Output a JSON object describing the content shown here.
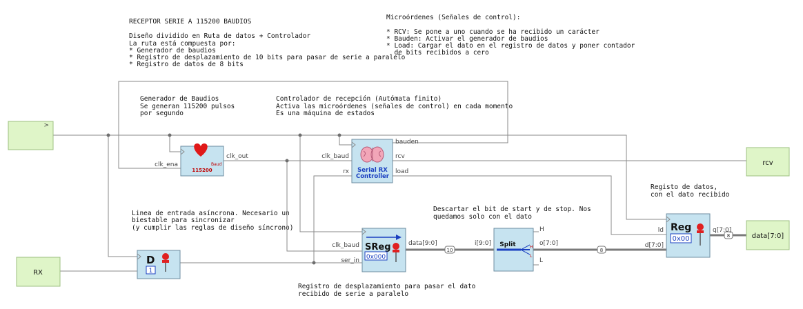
{
  "notes": {
    "header": [
      "RECEPTOR SERIE A 115200 BAUDIOS",
      "",
      "Diseño dividido en Ruta de datos + Controlador",
      "La ruta está compuesta por:",
      "* Generador de baudios",
      "* Registro de desplazamiento de 10 bits para pasar de serie a paralelo",
      "* Registro de datos de 8 bits"
    ],
    "microordenes": [
      "Microórdenes (Señales de control):",
      "",
      "* RCV: Se pone a uno cuando se ha recibido un carácter",
      "* Bauden: Activar el generador de baudios",
      "* Load: Cargar el dato en el registro de datos y poner contador",
      "  de bits recibidos a cero"
    ],
    "generador": [
      "Generador de Baudios",
      "Se generan 115200 pulsos",
      "por segundo"
    ],
    "controlador": [
      "Controlador de recepción (Autómata finito)",
      "Activa las microórdenes (señales de control) en cada momento",
      "Es una máquina de estados"
    ],
    "linea": [
      "Linea de entrada asíncrona. Necesario un",
      "biestable para sincronizar",
      "(y cumplir las reglas de diseño síncrono)"
    ],
    "descartar": [
      "Descartar el bit de start y de stop. Nos",
      "quedamos solo con el dato"
    ],
    "registro_datos": [
      "Registo de datos,",
      "con el dato recibido"
    ],
    "registro_desp": [
      "Registro de desplazamiento para pasar el dato",
      "recibido de serie a paralelo"
    ]
  },
  "ports": {
    "clk_symbol": ">",
    "rx": "RX",
    "rcv": "rcv",
    "data": "data[7:0]"
  },
  "blocks": {
    "baud": {
      "pin_in": "clk_ena",
      "pin_out": "clk_out",
      "badge": "Baud",
      "value": "115200"
    },
    "controller": {
      "title1": "Serial RX",
      "title2": "Controller",
      "pin_clk": "clk_baud",
      "pin_rx": "rx",
      "pin_bauden": "bauden",
      "pin_rcv": "rcv",
      "pin_load": "load"
    },
    "dff": {
      "title": "D",
      "init": "1"
    },
    "sreg": {
      "title": "SReg",
      "init": "0x000",
      "pin_clk": "clk_baud",
      "pin_in": "ser_in",
      "pin_out": "data[9:0]"
    },
    "split": {
      "title": "Split",
      "pin_in": "i[9:0]",
      "pin_out": "o[7:0]",
      "pin_h": "H",
      "pin_l": "L",
      "mark_h": "H",
      "mark_l": "L"
    },
    "reg": {
      "title": "Reg",
      "init": "0x00",
      "pin_ld": "ld",
      "pin_d": "d[7:0]",
      "pin_q": "q[7:0]"
    }
  },
  "bus_widths": {
    "sreg_split": "10",
    "split_reg": "8",
    "reg_out": "8"
  },
  "colors": {
    "block": "#c6e3f0",
    "port": "#dff5c8",
    "pin_red": "#e02020",
    "wire": "#8a8a8a",
    "controller_title": "#1a3fc0"
  }
}
